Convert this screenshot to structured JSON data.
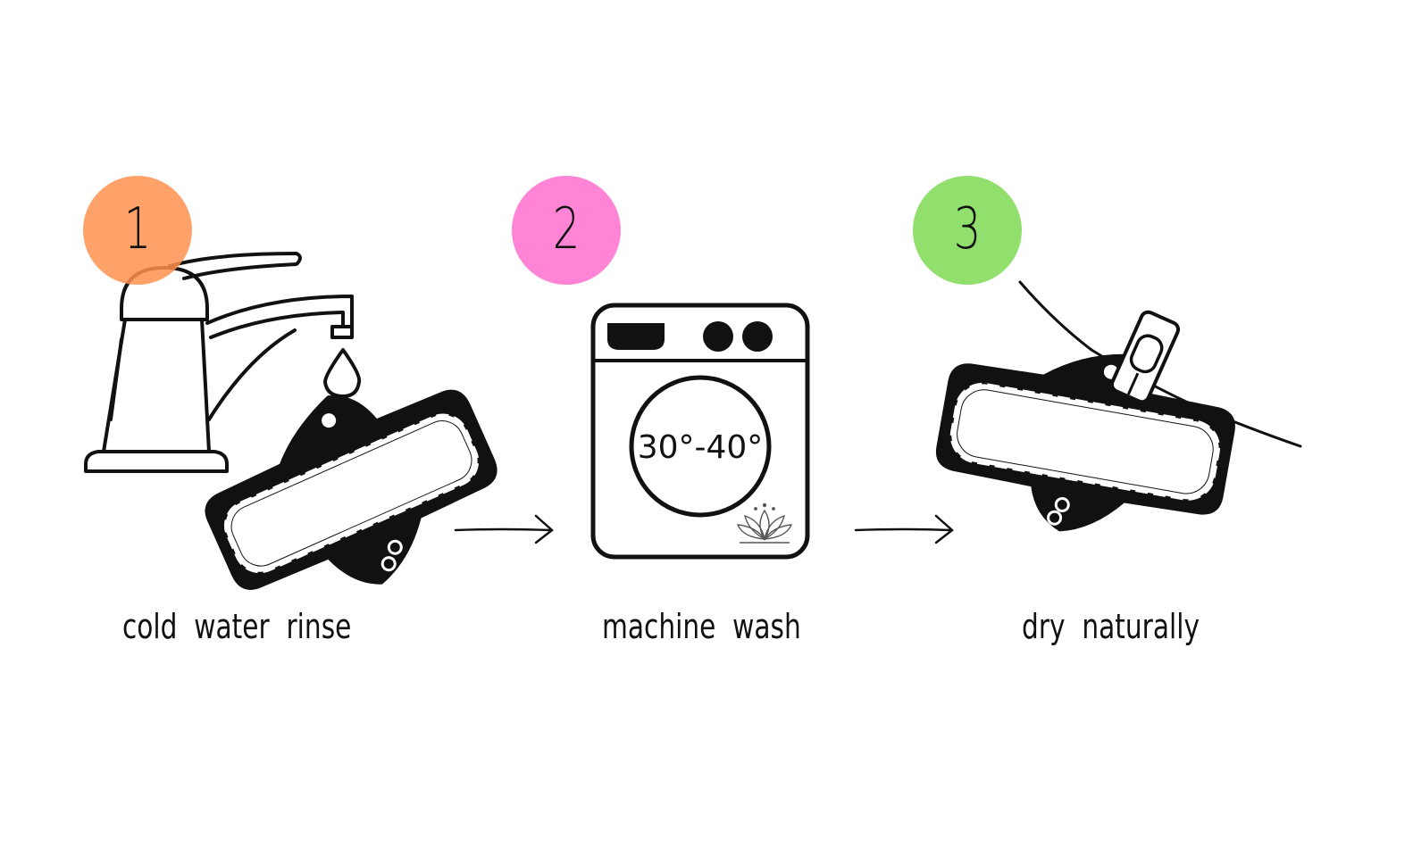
{
  "steps": [
    {
      "number": "1",
      "label": "cold water rinse",
      "badge_color": "#FF9250"
    },
    {
      "number": "2",
      "label": "machine wash",
      "badge_color": "#FF6FCF"
    },
    {
      "number": "3",
      "label": "dry naturally",
      "badge_color": "#7EDB55"
    }
  ],
  "machine": {
    "temperature": "30°-40°"
  },
  "icons": [
    "faucet-icon",
    "water-drop-icon",
    "cloth-pad-icon",
    "washing-machine-icon",
    "lotus-logo-icon",
    "clothesline-icon",
    "clothes-peg-icon",
    "arrow-right-icon"
  ]
}
